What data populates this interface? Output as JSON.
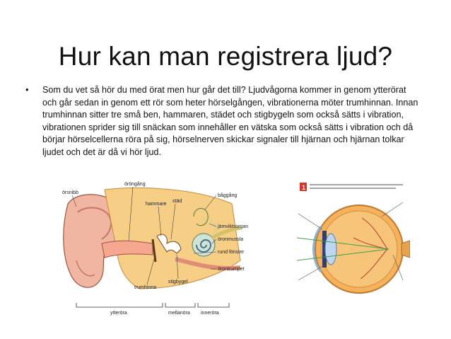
{
  "slide": {
    "title": "Hur kan man registrera ljud?",
    "bullet_symbol": "•",
    "paragraph": "Som du vet så hör du med örat men hur går det till? Ljudvågorna kommer in genom ytterörat och går sedan in genom ett rör som heter hörselgången, vibrationerna möter trumhinnan. Innan trumhinnan sitter tre små ben, hammaren, städet och stigbygeln som också sätts i vibration, vibrationen sprider sig till snäckan som innehåller en vätska som också sätts i vibration och då börjar hörselcellerna röra på sig, hörselnerven skickar signaler till hjärnan och hjärnan tolkar ljudet och det är då vi hör ljud."
  },
  "ear_diagram": {
    "labels": {
      "orsnibb": "örsnibb",
      "orongang": "öröngång",
      "hammare": "hammare",
      "stad": "städ",
      "baggang": "båggång",
      "jamviktsorgan": "jämviktsorgan",
      "oronmussla": "öronmussla",
      "rund_fonster": "rund fönster",
      "orontrumpet": "örontrumpet",
      "trumhinna": "trumhinna",
      "stigbygel": "stigbygel"
    },
    "sections": [
      "ytteröra",
      "mellanöra",
      "inneröra"
    ]
  },
  "eye_diagram": {
    "figure_number": "1"
  }
}
